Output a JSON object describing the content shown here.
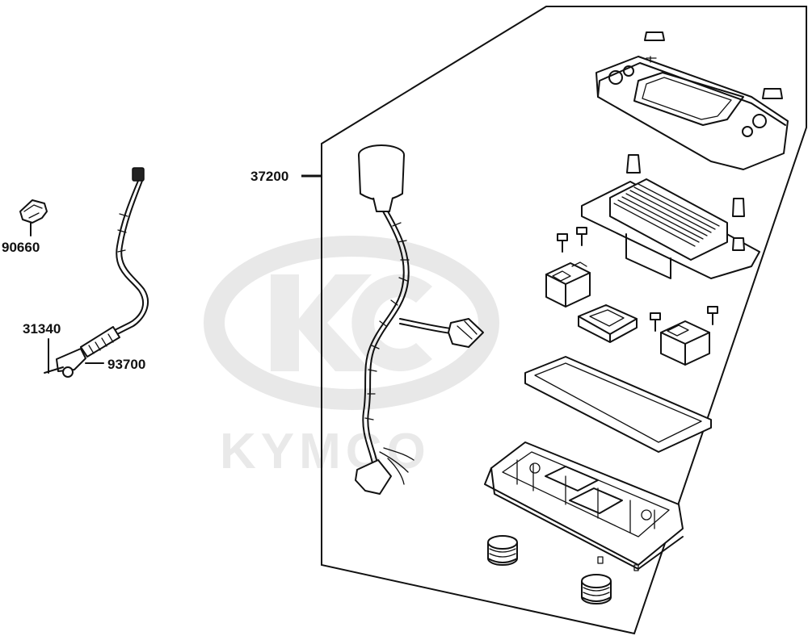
{
  "watermark": {
    "brand": "KYMCO"
  },
  "parts": [
    {
      "number": "90660"
    },
    {
      "number": "31340"
    },
    {
      "number": "93700"
    },
    {
      "number": "37200"
    }
  ]
}
